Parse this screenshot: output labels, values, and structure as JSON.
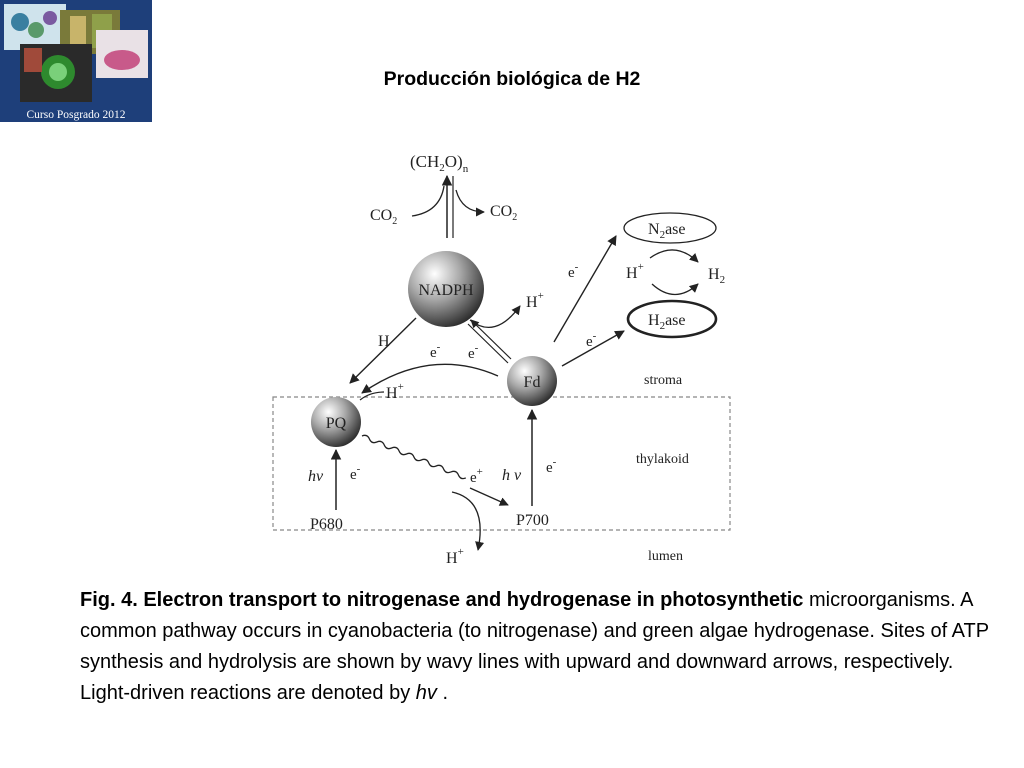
{
  "logo": {
    "caption": "Curso Posgrado 2012"
  },
  "title": "Producción biológica de H2",
  "diagram": {
    "top_product": "(CH",
    "top_product_sub": "2",
    "top_product_mid": "O)",
    "top_product_n": "n",
    "co2_left": "CO",
    "co2_right": "CO",
    "co2_sub": "2",
    "nadph": "NADPH",
    "fd": "Fd",
    "pq": "PQ",
    "p680": "P680",
    "p700": "P700",
    "n2ase": "N",
    "n2ase_sub": "2",
    "n2ase_suffix": "ase",
    "h2ase": "H",
    "h2ase_sub": "2",
    "h2ase_suffix": "ase",
    "h_plus": "H",
    "plus": "+",
    "h2_label": "H",
    "h2_sub": "2",
    "electron": "e",
    "minus": "-",
    "h_label": "H",
    "hv_h": "h",
    "hv_v": "v",
    "stroma": "stroma",
    "thylakoid": "thylakoid",
    "lumen": "lumen"
  },
  "caption": {
    "bold": "Fig. 4. Electron transport to nitrogenase and hydrogenase in photosynthetic",
    "body": " microorganisms. A common pathway occurs in cyanobacteria (to nitrogenase) and green algae hydrogenase. Sites of ATP synthesis and hydrolysis are shown by wavy lines with upward and downward arrows, respectively. Light-driven reactions are denoted by ",
    "italic": "hv",
    "end": " ."
  }
}
